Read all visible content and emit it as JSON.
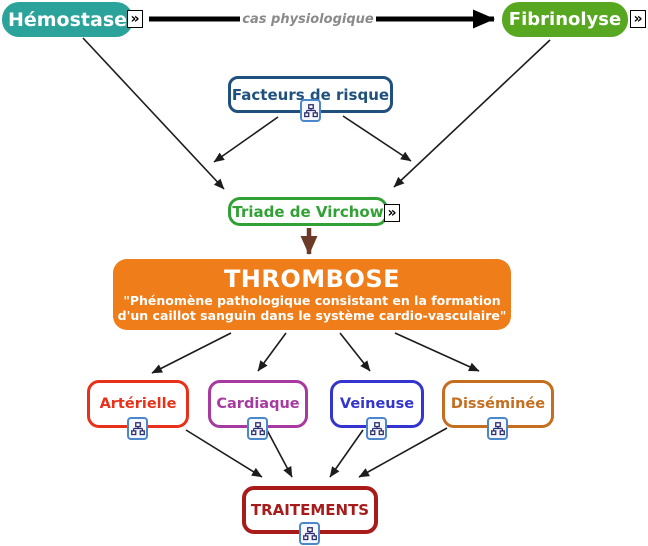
{
  "canvas": {
    "background": "#FFFFFF"
  },
  "physiological_link": {
    "label": "cas physiologique",
    "label_color": "#8A8A8A",
    "arrow_color": "#000000"
  },
  "nodes": {
    "hemostase": {
      "label": "Hémostase",
      "bg_color": "#2BA39A",
      "text_color": "#FFFFFF"
    },
    "fibrinolyse": {
      "label": "Fibrinolyse",
      "bg_color": "#57A820",
      "text_color": "#FFFFFF"
    },
    "facteurs_de_risque": {
      "label": "Facteurs de risque",
      "color": "#1F507E"
    },
    "triade_de_virchow": {
      "label": "Triade de Virchow",
      "color": "#32A135"
    },
    "thrombose": {
      "title": "THROMBOSE",
      "definition_line1": "\"Phénomène pathologique consistant en la formation",
      "definition_line2": "d'un caillot sanguin dans le système cardio-vasculaire\"",
      "bg_color": "#EF7D1A",
      "text_color": "#FFFFFF"
    },
    "arterielle": {
      "label": "Artérielle",
      "color": "#E8311A"
    },
    "cardiaque": {
      "label": "Cardiaque",
      "color": "#A73AA0"
    },
    "veineuse": {
      "label": "Veineuse",
      "color": "#3335CE"
    },
    "disseminee": {
      "label": "Disséminée",
      "color": "#C56E1F"
    },
    "traitements": {
      "label": "TRAITEMENTS",
      "color": "#A81B1B"
    }
  },
  "icons": {
    "expand_glyph": "»",
    "expand_icon_name": "double-chevron-expand-icon",
    "detail_icon_name": "sitemap-link-icon",
    "detail_icon_border": "#4D87CB",
    "detail_icon_glyph": "#2C2C6E"
  },
  "connector_colors": {
    "default": "#1C1C1C",
    "triade_to_thrombose": "#6B3A28"
  }
}
